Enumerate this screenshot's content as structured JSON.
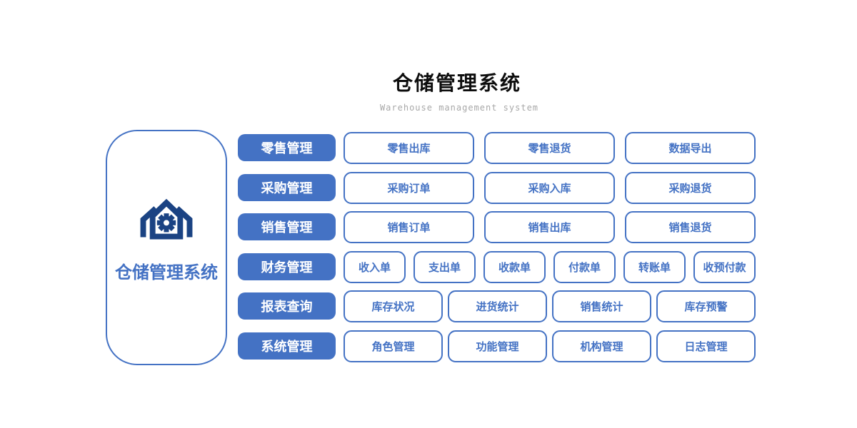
{
  "header": {
    "title": "仓储管理系统",
    "subtitle": "Warehouse management system"
  },
  "panel": {
    "title": "仓储管理系统",
    "icon": "warehouse-gear-icon"
  },
  "colors": {
    "accent_blue": "#4472C4",
    "icon_navy": "#1B4383",
    "subtitle_gray": "#A8A8A8",
    "title_black": "#0D0D0D"
  },
  "rows": [
    {
      "category": "零售管理",
      "items": [
        "零售出库",
        "零售退货",
        "数据导出"
      ]
    },
    {
      "category": "采购管理",
      "items": [
        "采购订单",
        "采购入库",
        "采购退货"
      ]
    },
    {
      "category": "销售管理",
      "items": [
        "销售订单",
        "销售出库",
        "销售退货"
      ]
    },
    {
      "category": "财务管理",
      "items": [
        "收入单",
        "支出单",
        "收款单",
        "付款单",
        "转账单",
        "收预付款"
      ]
    },
    {
      "category": "报表查询",
      "items": [
        "库存状况",
        "进货统计",
        "销售统计",
        "库存预警"
      ]
    },
    {
      "category": "系统管理",
      "items": [
        "角色管理",
        "功能管理",
        "机构管理",
        "日志管理"
      ]
    }
  ]
}
